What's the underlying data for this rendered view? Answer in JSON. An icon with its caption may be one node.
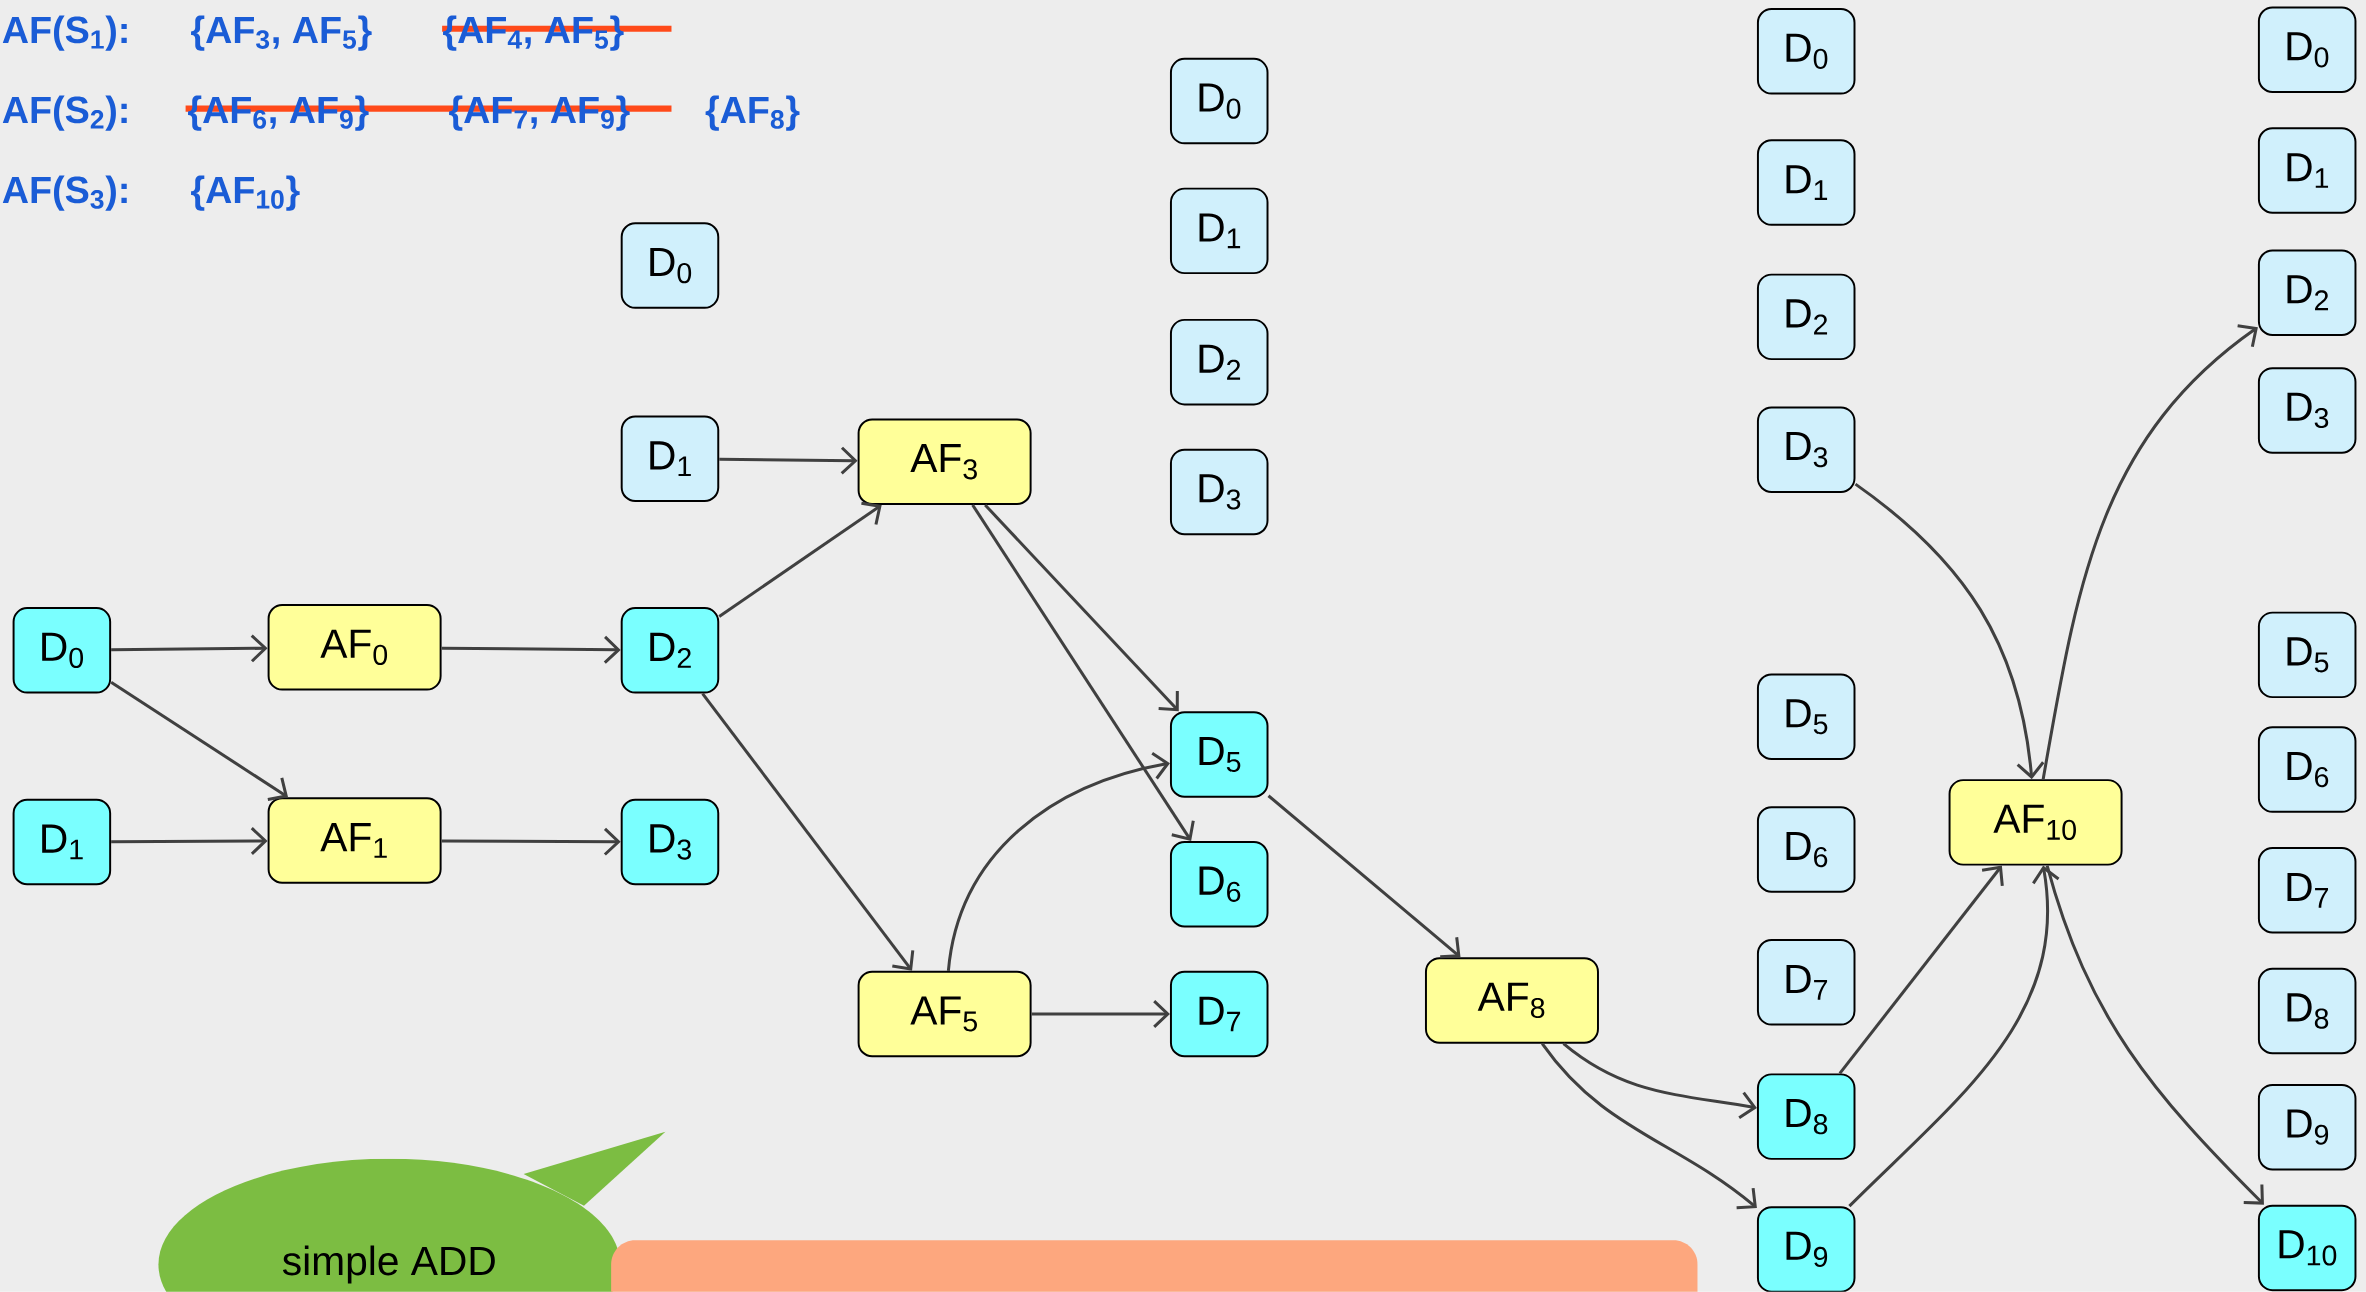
{
  "diagram": {
    "nodes": [
      {
        "text": [
          "D$_{0}$"
        ]
      },
      {
        "text": [
          "D$_{1}$"
        ]
      },
      {
        "text": [
          "AF$_{0}$"
        ]
      },
      {
        "text": [
          "AF$_{1}$"
        ]
      },
      {
        "text": [
          "D$_{0}$"
        ]
      },
      {
        "text": [
          "D$_{1}$"
        ]
      },
      {
        "text": [
          "D$_{2}$"
        ]
      },
      {
        "text": [
          "D$_{3}$"
        ]
      },
      {
        "text": [
          "AF$_{3}$"
        ]
      },
      {
        "text": [
          "AF$_{5}$"
        ]
      },
      {
        "text": [
          "D$_{0}$"
        ]
      },
      {
        "text": [
          "D$_{1}$"
        ]
      },
      {
        "text": [
          "D$_{2}$"
        ]
      },
      {
        "text": [
          "D$_{3}$"
        ]
      },
      {
        "text": [
          "D$_{5}$"
        ]
      },
      {
        "text": [
          "D$_{6}$"
        ]
      },
      {
        "text": [
          "D$_{7}$"
        ]
      },
      {
        "text": [
          "AF$_{8}$"
        ]
      },
      {
        "text": [
          "D$_{0}$"
        ]
      },
      {
        "text": [
          "D$_{1}$"
        ]
      },
      {
        "text": [
          "D$_{2}$"
        ]
      },
      {
        "text": [
          "D$_{3}$"
        ]
      },
      {
        "text": [
          "D$_{5}$"
        ]
      },
      {
        "text": [
          "D$_{6}$"
        ]
      },
      {
        "text": [
          "D$_{7}$"
        ]
      },
      {
        "text": [
          "D$_{8}$"
        ]
      },
      {
        "text": [
          "D$_{9}$"
        ]
      },
      {
        "text": [
          "AF$_{10}$"
        ]
      },
      {
        "text": [
          "D$_{0}$"
        ]
      },
      {
        "text": [
          "D$_{1}$"
        ]
      },
      {
        "text": [
          "D$_{2}$"
        ]
      },
      {
        "text": [
          "D$_{3}$"
        ]
      },
      {
        "text": [
          "D$_{5}$"
        ]
      },
      {
        "text": [
          "D$_{6}$"
        ]
      },
      {
        "text": [
          "D$_{7}$"
        ]
      },
      {
        "text": [
          "D$_{8}$"
        ]
      },
      {
        "text": [
          "D$_{9}$"
        ]
      },
      {
        "text": [
          "D$_{10}$"
        ]
      },
      {
        "text": [
          "simple ADD"
        ]
      },
      {
        "text": [],
        "shape": "box"
      }
    ],
    "edges": [
      {
        "from": 0,
        "to": 2,
        "arrow": "to"
      },
      {
        "from": 0,
        "to": 3,
        "arrow": "to"
      },
      {
        "from": 1,
        "to": 3,
        "arrow": "to"
      },
      {
        "from": 2,
        "to": 6,
        "arrow": "to"
      },
      {
        "from": 3,
        "to": 7,
        "arrow": "to"
      },
      {
        "from": 5,
        "to": 8,
        "arrow": "to"
      },
      {
        "from": 6,
        "to": 8,
        "arrow": "to"
      },
      {
        "from": 6,
        "to": 9,
        "arrow": "to"
      },
      {
        "from": 8,
        "to": 14,
        "arrow": "to"
      },
      {
        "from": 8,
        "to": 15,
        "arrow": "to"
      },
      {
        "from": 9,
        "to": 14,
        "arrow": "to"
      },
      {
        "from": 9,
        "to": 16,
        "arrow": "to"
      },
      {
        "from": 14,
        "to": 17,
        "arrow": "to"
      },
      {
        "from": 17,
        "to": 25,
        "arrow": "to"
      },
      {
        "from": 17,
        "to": 26,
        "arrow": "to"
      },
      {
        "from": 21,
        "to": 27,
        "arrow": "to"
      },
      {
        "from": 25,
        "to": 27,
        "arrow": "to"
      },
      {
        "from": 26,
        "to": 27,
        "arrow": "to"
      },
      {
        "from": 27,
        "to": 30,
        "arrow": "to"
      },
      {
        "from": 27,
        "to": 37,
        "arrow": "to"
      }
    ],
    "labels": [
      "AF(S$_{1}$):",
      "{AF$_{3}$, AF$_{5}$}",
      "{AF$_{4}$, AF$_{5}$}",
      "AF(S$_{2}$):",
      "{AF$_{6}$, AF$_{9}$}",
      "{AF$_{7}$, AF$_{9}$}",
      "{AF$_{8}$}",
      "AF(S$_{3}$):",
      "{AF$_{10}$}"
    ]
  }
}
